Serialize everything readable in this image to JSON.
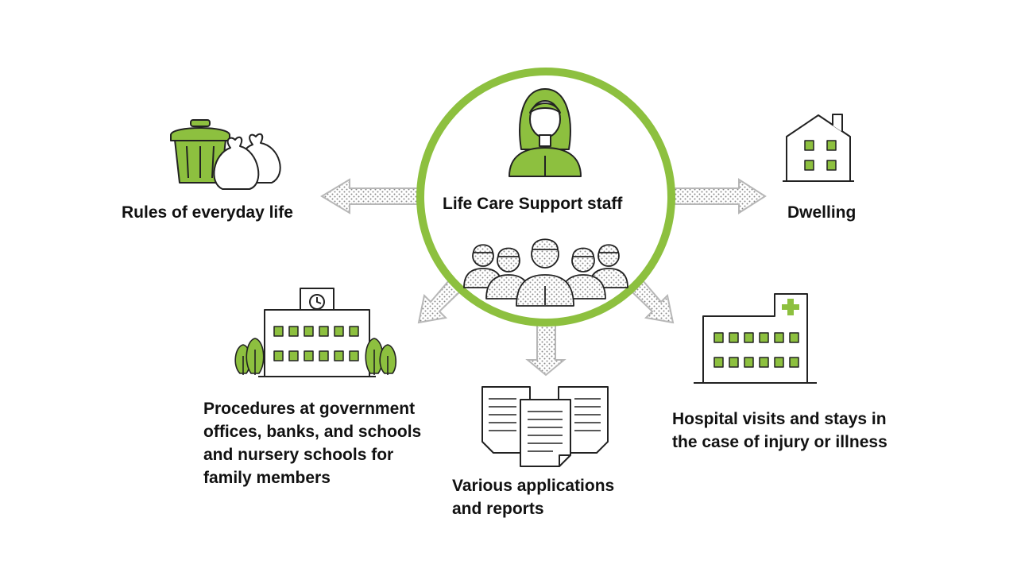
{
  "center": {
    "title": "Life Care Support staff"
  },
  "items": {
    "rules": {
      "label": "Rules of everyday life"
    },
    "dwelling": {
      "label": "Dwelling"
    },
    "procedures": {
      "lines": [
        "Procedures at government",
        "offices, banks, and schools",
        "and nursery schools for",
        "family members"
      ]
    },
    "applications": {
      "lines": [
        "Various applications",
        "and reports"
      ]
    },
    "hospital": {
      "lines": [
        "Hospital visits and stays in",
        "the case of injury or illness"
      ]
    }
  },
  "icons": [
    "person-icon",
    "staff-group-icon",
    "trash-can-icon",
    "garbage-bags-icon",
    "house-icon",
    "school-building-icon",
    "tree-icon",
    "documents-icon",
    "hospital-icon"
  ],
  "colors": {
    "accent": "#8dc03f",
    "outline": "#222222",
    "arrow": "#b7b7b7",
    "text": "#111111"
  }
}
